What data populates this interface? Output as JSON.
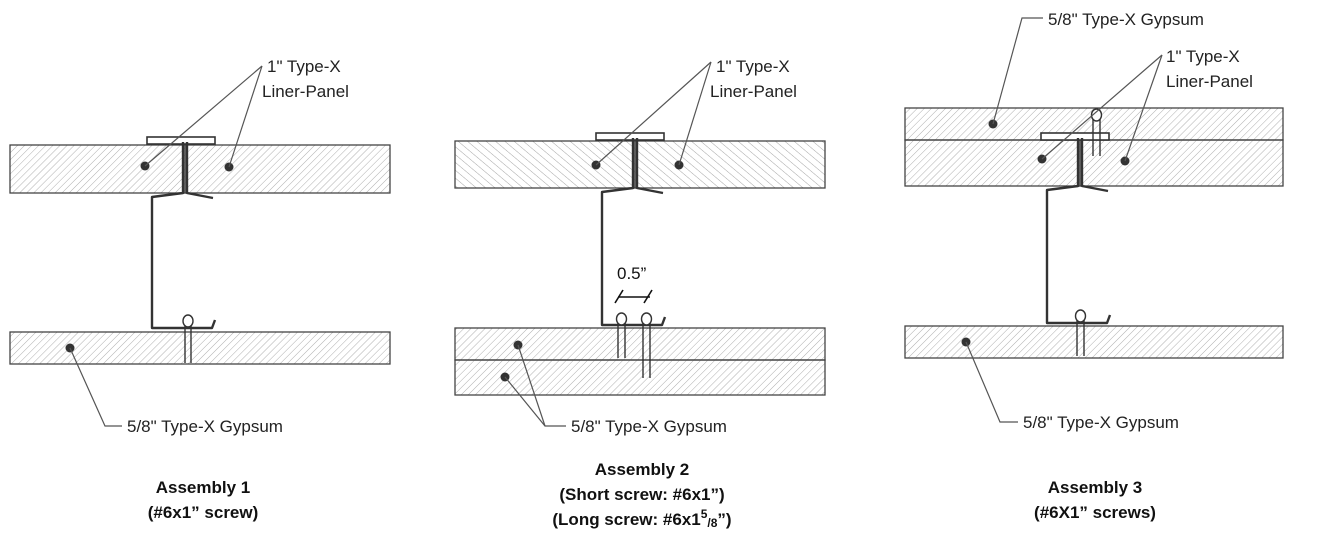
{
  "colors": {
    "line": "#333333",
    "hatch": "#888888",
    "background": "#ffffff"
  },
  "assemblies": [
    {
      "liner_label_line1": "1\" Type-X",
      "liner_label_line2": "Liner-Panel",
      "gypsum_label": "5/8\" Type-X Gypsum",
      "caption_line1": "Assembly 1",
      "caption_line2": "(#6x1” screw)"
    },
    {
      "liner_label_line1": "1\" Type-X",
      "liner_label_line2": "Liner-Panel",
      "gypsum_label": "5/8\" Type-X Gypsum",
      "dimension_label": "0.5”",
      "caption_line1": "Assembly 2",
      "caption_line2": "(Short screw: #6x1”)",
      "caption_line3_prefix": "(Long screw: #6x1",
      "caption_line3_sup": "5",
      "caption_line3_sub": "/8",
      "caption_line3_suffix": "”)"
    },
    {
      "top_gypsum_label": "5/8\" Type-X Gypsum",
      "liner_label_line1": "1\" Type-X",
      "liner_label_line2": "Liner-Panel",
      "gypsum_label": "5/8\" Type-X Gypsum",
      "caption_line1": "Assembly 3",
      "caption_line2": "(#6X1” screws)"
    }
  ]
}
